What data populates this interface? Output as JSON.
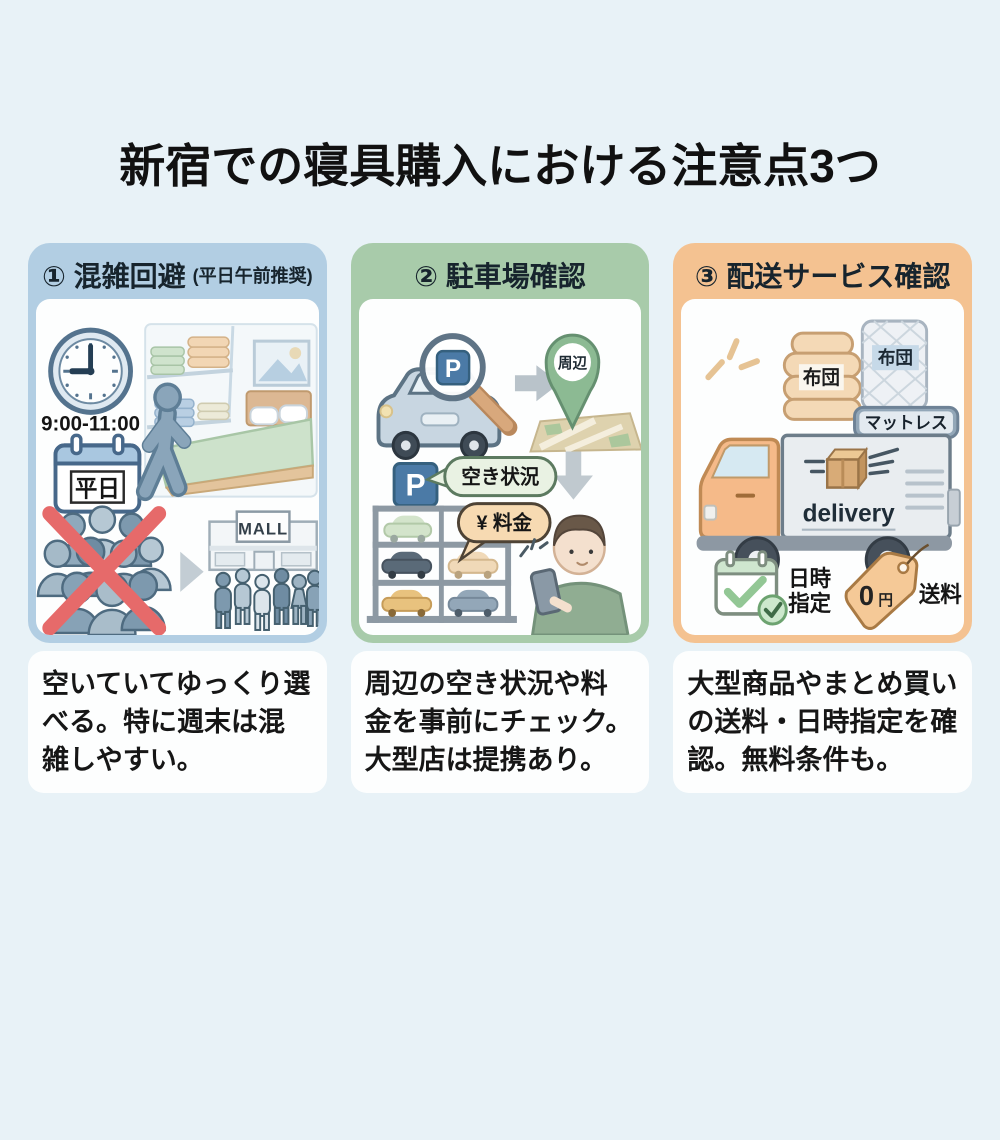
{
  "title": "新宿での寝具購入における注意点3つ",
  "colors": {
    "page_bg": "#e8f2f7",
    "card1_accent": "#b2cee3",
    "card2_accent": "#a8cbaa",
    "card3_accent": "#f4c291",
    "red_x": "#e66a6a",
    "parking_blue": "#4b7aa6",
    "pin_green": "#8cba93",
    "bubble_green": "#e9f2e3",
    "bubble_orange": "#f7dab2",
    "tag_orange": "#f5c997"
  },
  "cards": [
    {
      "header": "① 混雑回避",
      "header_note": "(平日午前推奨)",
      "caption_lines": [
        "空いていてゆっくり選",
        "べる。特に週末は混",
        "雑しやすい。"
      ],
      "labels": {
        "time_range": "9:00-11:00",
        "weekday": "平日",
        "mall": "MALL"
      }
    },
    {
      "header": "② 駐車場確認",
      "header_note": "",
      "caption_lines": [
        "周辺の空き状況や料",
        "金を事前にチェック。",
        "大型店は提携あり。"
      ],
      "labels": {
        "magnifier_p": "P",
        "parking_p": "P",
        "pin": "周辺",
        "availability": "空き状況",
        "fee": "¥ 料金"
      }
    },
    {
      "header": "③ 配送サービス確認",
      "header_note": "",
      "caption_lines": [
        "大型商品やまとめ買い",
        "の送料・日時指定を確",
        "認。無料条件も。"
      ],
      "labels": {
        "futon_roll": "布団",
        "futon_bag": "布団",
        "mattress": "マットレス",
        "delivery": "delivery",
        "datetime_line1": "日時",
        "datetime_line2": "指定",
        "price_zero": "0",
        "price_unit": "円",
        "shipping": "送料"
      }
    }
  ]
}
